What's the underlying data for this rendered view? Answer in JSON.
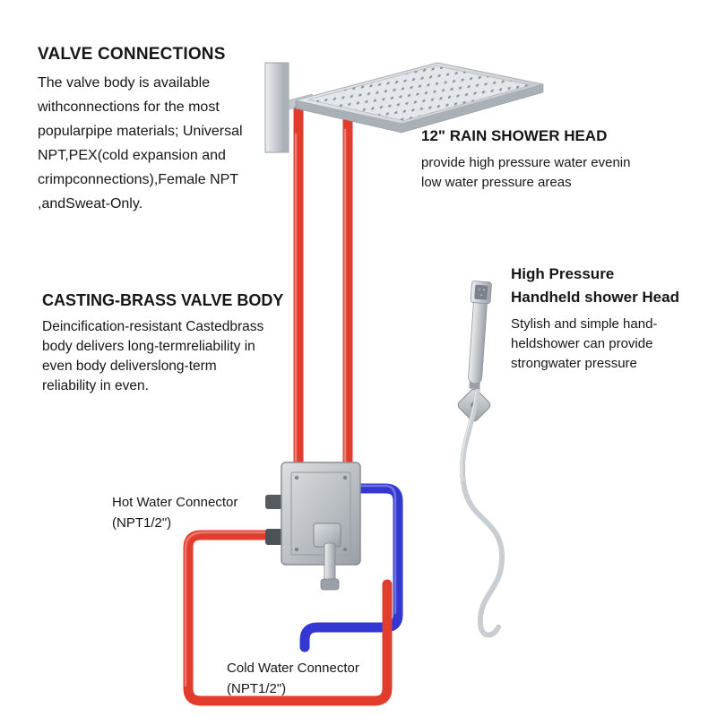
{
  "colors": {
    "hot": "#e23c2d",
    "cold": "#3437d2",
    "ink": "#161616"
  },
  "sections": {
    "valve_connections": {
      "title": "VALVE CONNECTIONS",
      "lines": [
        "The valve body is available",
        "withconnections for the most",
        "popularpipe materials; Universal",
        "NPT,PEX(cold expansion and",
        "crimpconnections),Female NPT",
        ",andSweat-Only."
      ]
    },
    "rain_shower": {
      "title": "12\" RAIN SHOWER HEAD",
      "lines": [
        "provide high pressure water evenin",
        "low water pressure areas"
      ]
    },
    "handheld": {
      "title_lines": [
        "High Pressure",
        "Handheld shower Head"
      ],
      "lines": [
        "Stylish and simple hand-",
        "heldshower can provide",
        "strongwater pressure"
      ]
    },
    "valve_body": {
      "title": "CASTING-BRASS VALVE BODY",
      "lines": [
        "Deincification-resistant Castedbrass",
        "body delivers long-termreliability in",
        "even body deliverslong-term",
        "reliability in even."
      ]
    },
    "hot_connector": {
      "lines": [
        "Hot Water Connector",
        "(NPT1/2\")"
      ]
    },
    "cold_connector": {
      "lines": [
        "Cold Water Connector",
        "(NPT1/2\")"
      ]
    }
  }
}
